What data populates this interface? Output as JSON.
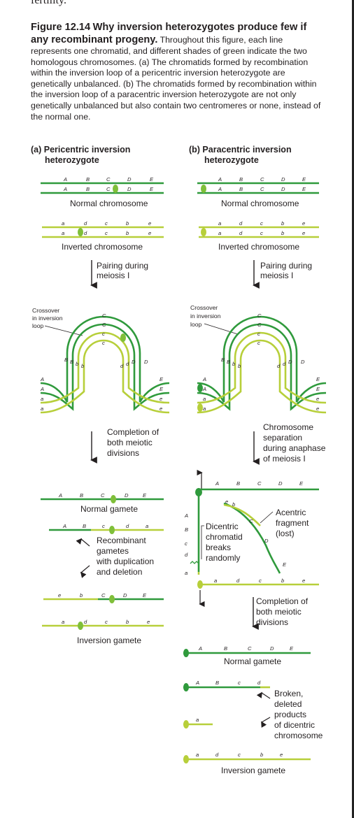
{
  "page": {
    "cutoff_text": "fertility."
  },
  "caption": {
    "figure_label": "Figure 12.14",
    "title": "Why inversion heterozygotes produce few if any recombinant progeny.",
    "body": "Throughout this figure, each line represents one chromatid, and different shades of green indicate the two homologous chromosomes. (a) The chromatids formed by recombination within the inversion loop of a pericentric inversion heterozygote are genetically unbalanced. (b) The chromatids formed by recombination within the inversion loop of a paracentric inversion heterozygote are not only genetically unbalanced but also contain two centromeres or none, instead of the normal one."
  },
  "panel_a": {
    "title_line1": "(a) Pericentric inversion",
    "title_line2": "heterozygote",
    "normal_label": "Normal chromosome",
    "inverted_label": "Inverted chromosome",
    "pairing_line1": "Pairing during",
    "pairing_line2": "meiosis I",
    "crossover_line1": "Crossover",
    "crossover_line2": "in inversion",
    "crossover_line3": "loop",
    "completion_line1": "Completion of",
    "completion_line2": "both meiotic",
    "completion_line3": "divisions",
    "normal_gamete": "Normal gamete",
    "recomb_line1": "Recombinant",
    "recomb_line2": "gametes",
    "recomb_line3": "with duplication",
    "recomb_line4": "and deletion",
    "inversion_gamete": "Inversion gamete"
  },
  "panel_b": {
    "title_line1": "(b) Paracentric inversion",
    "title_line2": "heterozygote",
    "normal_label": "Normal chromosome",
    "inverted_label": "Inverted chromosome",
    "pairing_line1": "Pairing during",
    "pairing_line2": "meiosis I",
    "crossover_line1": "Crossover",
    "crossover_line2": "in inversion",
    "crossover_line3": "loop",
    "sep_line1": "Chromosome",
    "sep_line2": "separation",
    "sep_line3": "during anaphase",
    "sep_line4": "of meiosis I",
    "acentric_line1": "Acentric",
    "acentric_line2": "fragment",
    "acentric_line3": "(lost)",
    "dicentric_line1": "Dicentric",
    "dicentric_line2": "chromatid",
    "dicentric_line3": "breaks",
    "dicentric_line4": "randomly",
    "completion_line1": "Completion of",
    "completion_line2": "both meiotic",
    "completion_line3": "divisions",
    "normal_gamete": "Normal gamete",
    "broken_line1": "Broken,",
    "broken_line2": "deleted",
    "broken_line3": "products",
    "broken_line4": "of dicentric",
    "broken_line5": "chromosome",
    "inversion_gamete": "Inversion gamete"
  },
  "genes": {
    "A": "A",
    "B": "B",
    "C": "C",
    "D": "D",
    "E": "E",
    "a": "a",
    "b": "b",
    "c": "c",
    "d": "d",
    "e": "e"
  },
  "colors": {
    "dark_green": "#2f9a3c",
    "light_green": "#b7cf3a",
    "centromere": "#7fbf3a"
  }
}
